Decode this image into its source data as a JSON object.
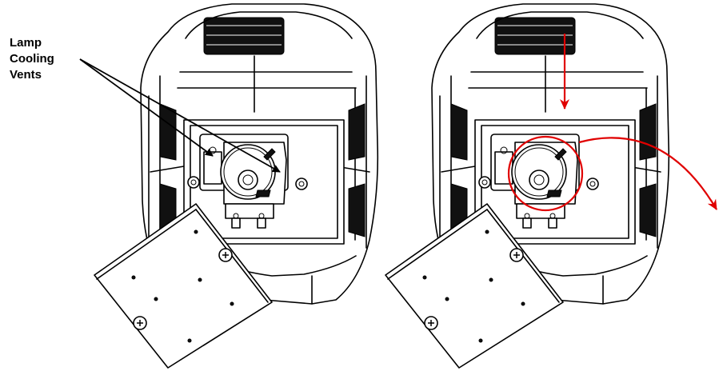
{
  "callout": {
    "line1": "Lamp",
    "line2": "Cooling",
    "line3": "Vents"
  },
  "colors": {
    "outline": "#000000",
    "arrow": "#e00000",
    "background": "#ffffff"
  }
}
